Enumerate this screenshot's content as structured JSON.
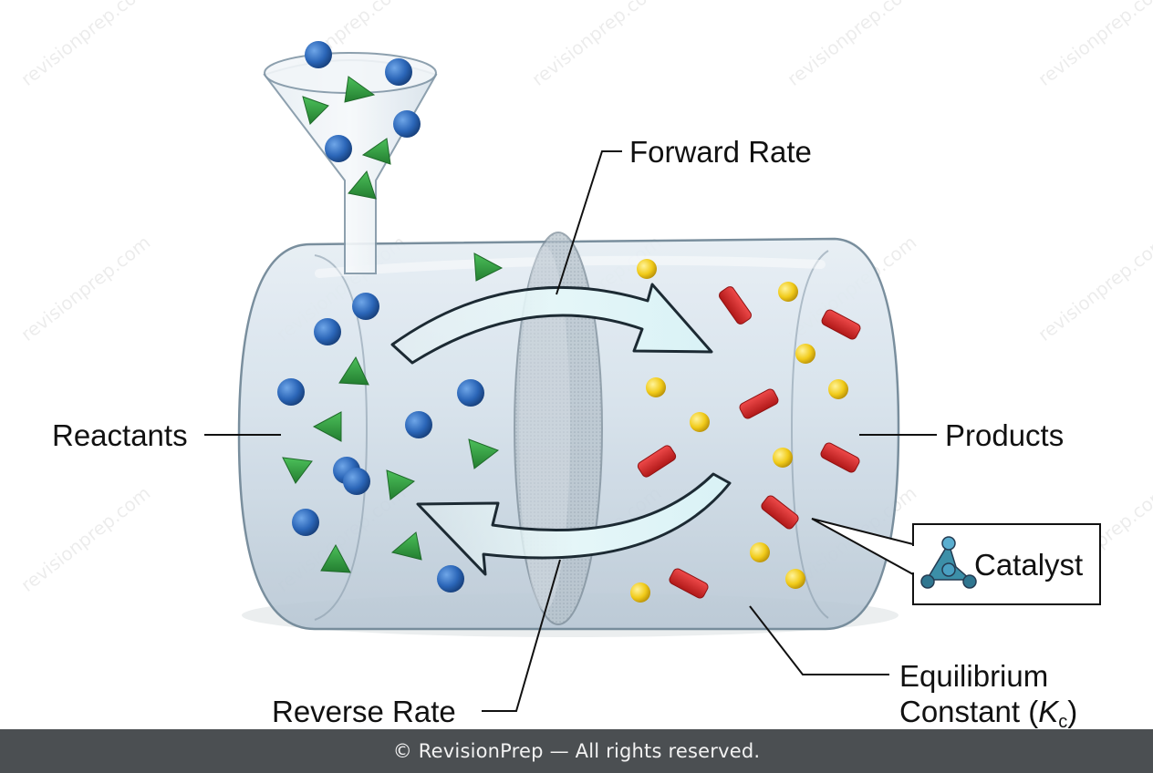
{
  "labels": {
    "forward_rate": "Forward Rate",
    "reverse_rate": "Reverse Rate",
    "reactants": "Reactants",
    "products": "Products",
    "catalyst": "Catalyst",
    "equilibrium_line1": "Equilibrium",
    "equilibrium_line2_prefix": "Constant (",
    "equilibrium_symbol": "K",
    "equilibrium_subscript": "c",
    "equilibrium_suffix": ")"
  },
  "watermark": "revisionprep.com",
  "footer": "© RevisionPrep — All rights reserved.",
  "icons": {
    "catalyst": "catalyst-molecule-icon",
    "reactant_a": "blue-sphere",
    "reactant_b": "green-triangle",
    "product_a": "red-capsule",
    "product_b": "yellow-sphere"
  },
  "colors": {
    "reactant_sphere": "#2f6fc0",
    "reactant_triangle": "#2e9a3e",
    "product_capsule": "#d32a2a",
    "product_sphere": "#f2cf1d",
    "vessel": "#cdd9e3",
    "footer_bg": "#4b4f52"
  }
}
